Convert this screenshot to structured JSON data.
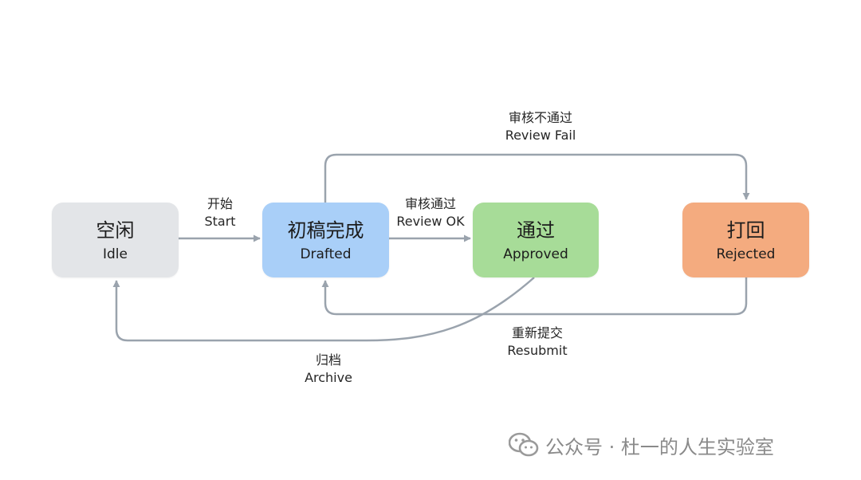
{
  "states": [
    {
      "zh": "空闲",
      "en": "Idle",
      "color": "#e3e5e8"
    },
    {
      "zh": "初稿完成",
      "en": "Drafted",
      "color": "#a9cff8"
    },
    {
      "zh": "通过",
      "en": "Approved",
      "color": "#a7dc98"
    },
    {
      "zh": "打回",
      "en": "Rejected",
      "color": "#f4ab7f"
    }
  ],
  "transitions": [
    {
      "zh": "开始",
      "en": "Start",
      "from": "Idle",
      "to": "Drafted"
    },
    {
      "zh": "审核通过",
      "en": "Review OK",
      "from": "Drafted",
      "to": "Approved"
    },
    {
      "zh": "审核不通过",
      "en": "Review Fail",
      "from": "Drafted",
      "to": "Rejected"
    },
    {
      "zh": "重新提交",
      "en": "Resubmit",
      "from": "Rejected",
      "to": "Drafted"
    },
    {
      "zh": "归档",
      "en": "Archive",
      "from": "Approved",
      "to": "Idle"
    }
  ],
  "watermark": {
    "text": "公众号 · 杜一的人生实验室",
    "icon": "wechat-icon"
  },
  "colors": {
    "edge": "#9aa3ad",
    "text": "#1c1c1c",
    "watermark": "#8a8a8a"
  }
}
